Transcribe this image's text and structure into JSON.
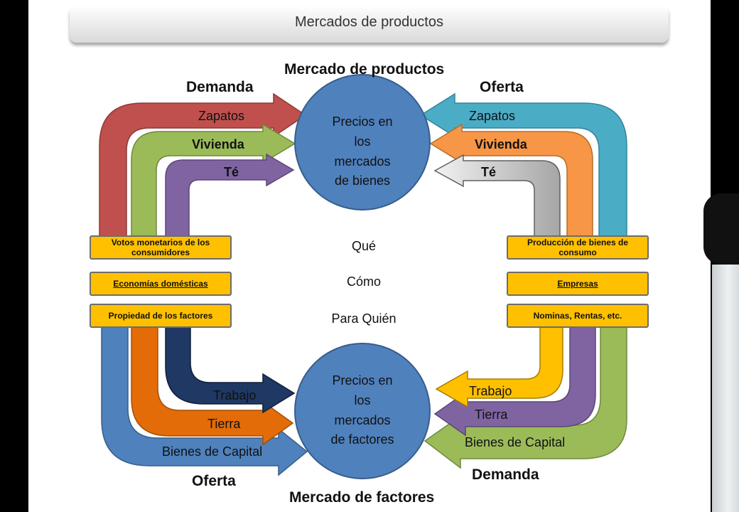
{
  "slide_title": "Mercados de productos",
  "top_title": "Mercado de productos",
  "bottom_title": "Mercado de factores",
  "labels": {
    "top_left": "Demanda",
    "top_right": "Oferta",
    "bottom_left": "Oferta",
    "bottom_right": "Demanda"
  },
  "circles": {
    "top": [
      "Precios en",
      "los",
      "mercados",
      "de bienes"
    ],
    "bottom": [
      "Precios en",
      "los",
      "mercados",
      "de factores"
    ]
  },
  "left_boxes": [
    "Votos monetarios de los consumidores",
    "Economías domésticas",
    "Propiedad de los factores"
  ],
  "right_boxes": [
    "Producción de bienes de consumo",
    "Empresas",
    "Nominas, Rentas, etc."
  ],
  "middle": [
    "Qué",
    "Cómo",
    "Para Quién"
  ],
  "arrows": {
    "top_left": [
      "Zapatos",
      "Vivienda",
      "Té"
    ],
    "top_right": [
      "Zapatos",
      "Vivienda",
      "Té"
    ],
    "bottom_left": [
      "Trabajo",
      "Tierra",
      "Bienes de Capital"
    ],
    "bottom_right": [
      "Trabajo",
      "Tierra",
      "Bienes de Capital"
    ]
  },
  "colors": {
    "red": "#c0504d",
    "green": "#9bbb59",
    "purple": "#8064a2",
    "teal": "#4bacc6",
    "orange": "#f79646",
    "gray": "#d0d0d0",
    "navy": "#1f3864",
    "dark_orange": "#e36c09",
    "blue": "#4f81bd",
    "gold": "#ffc000",
    "circle": "#4f81bd"
  }
}
